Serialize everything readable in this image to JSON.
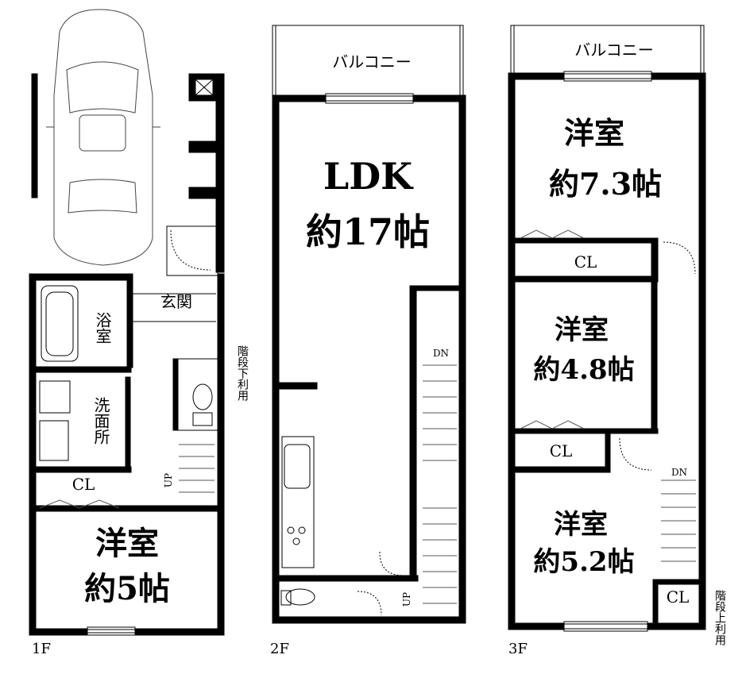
{
  "floor_labels": {
    "f1": "1F",
    "f2": "2F",
    "f3": "3F"
  },
  "f1": {
    "bath": "浴室",
    "washroom": "洗面所",
    "entrance": "玄関",
    "closet": "CL",
    "bedroom_name": "洋室",
    "bedroom_size": "約5帖",
    "under_stairs_note": "階段下利用",
    "stair_up": "UP"
  },
  "f2": {
    "balcony": "バルコニー",
    "ldk_name": "LDK",
    "ldk_size": "約17帖",
    "stair_down": "DN",
    "stair_up": "UP"
  },
  "f3": {
    "balcony": "バルコニー",
    "room1_name": "洋室",
    "room1_size": "約7.3帖",
    "room1_closet": "CL",
    "room2_name": "洋室",
    "room2_size": "約4.8帖",
    "room2_closet": "CL",
    "room3_name": "洋室",
    "room3_size": "約5.2帖",
    "stair_closet": "CL",
    "stair_down": "DN",
    "over_stairs_note": "階段上利用"
  },
  "colors": {
    "wall": "#000000",
    "line": "#333333",
    "background": "#ffffff"
  }
}
